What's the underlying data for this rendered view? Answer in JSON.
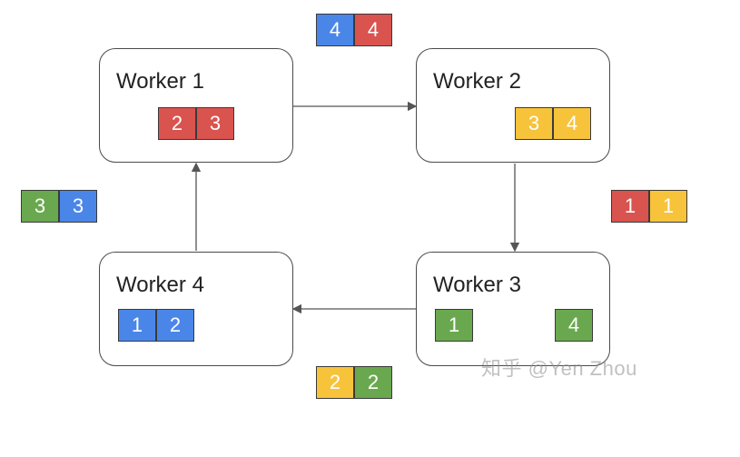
{
  "workers": [
    {
      "title": "Worker 1",
      "chunks": [
        "2",
        "3"
      ]
    },
    {
      "title": "Worker 2",
      "chunks": [
        "3",
        "4"
      ]
    },
    {
      "title": "Worker 3",
      "chunks": [
        "1",
        "4"
      ]
    },
    {
      "title": "Worker 4",
      "chunks": [
        "1",
        "2"
      ]
    }
  ],
  "messages": {
    "w1_to_w2": [
      "4",
      "4"
    ],
    "w2_to_w3": [
      "1",
      "1"
    ],
    "w3_to_w4": [
      "2",
      "2"
    ],
    "w4_to_w1": [
      "3",
      "3"
    ]
  },
  "colors": {
    "red": "#d9534f",
    "blue": "#4a86e8",
    "yellow": "#f6c33b",
    "green": "#6aa84f",
    "border": "#4a4a4a"
  },
  "watermark": "知乎 @Yen Zhou"
}
